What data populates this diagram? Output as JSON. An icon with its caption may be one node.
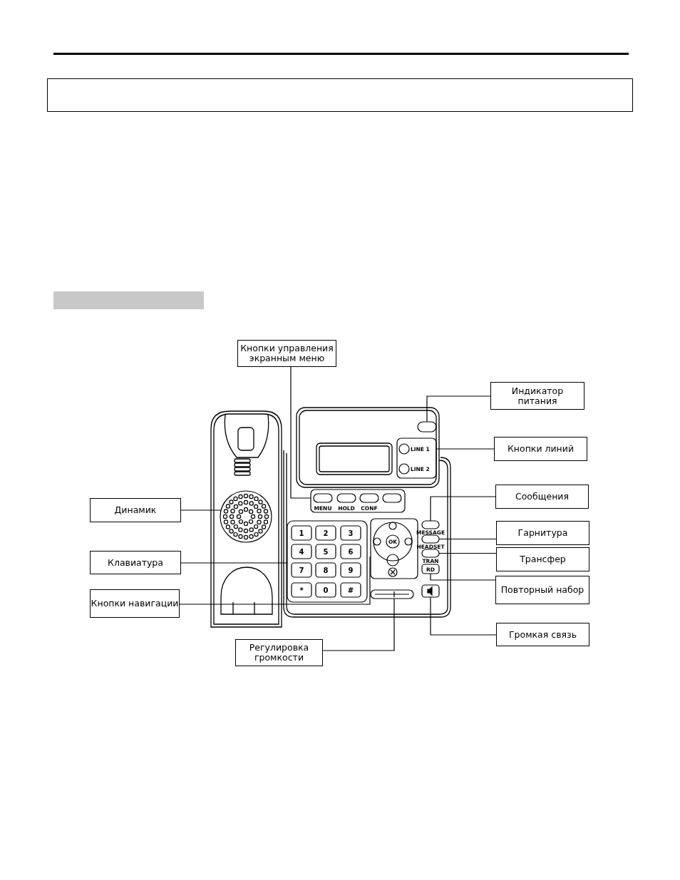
{
  "diagram": {
    "nodes": [
      {
        "text": [
          "Кнопки управления экранным меню"
        ]
      },
      {
        "text": [
          "Индикатор питания"
        ]
      },
      {
        "text": [
          "Кнопки линий"
        ]
      },
      {
        "text": [
          "Сообщения"
        ]
      },
      {
        "text": [
          "Динамик"
        ]
      },
      {
        "text": [
          "Гарнитура"
        ]
      },
      {
        "text": [
          "Трансфер"
        ]
      },
      {
        "text": [
          "Клавиатура"
        ]
      },
      {
        "text": [
          "Повторный набор"
        ]
      },
      {
        "text": [
          "Кнопки навигации"
        ]
      },
      {
        "text": [
          "Громкая связь"
        ]
      },
      {
        "text": [
          "Регулировка громкости"
        ]
      },
      {
        "text": [],
        "shape": "box"
      },
      {
        "text": [],
        "shape": "bar"
      },
      {
        "text": [],
        "shape": "box"
      },
      {
        "text": [],
        "shape": "bar"
      },
      {
        "text": [],
        "shape": "circle"
      },
      {
        "text": [],
        "shape": "bar"
      },
      {
        "text": [],
        "shape": "bar"
      },
      {
        "text": [],
        "shape": "box"
      },
      {
        "text": [],
        "shape": "box"
      },
      {
        "text": [],
        "shape": "box"
      },
      {
        "text": [],
        "shape": "box"
      },
      {
        "text": [],
        "shape": "bar"
      },
      {
        "text": [],
        "shape": "bar"
      }
    ],
    "edges": [
      {
        "from": 0,
        "to": 12,
        "arrow": "none"
      },
      {
        "from": 1,
        "to": 13,
        "arrow": "none"
      },
      {
        "from": 2,
        "to": 14,
        "arrow": "none"
      },
      {
        "from": 3,
        "to": 15,
        "arrow": "none"
      },
      {
        "from": 4,
        "to": 16,
        "arrow": "none"
      },
      {
        "from": 5,
        "to": 17,
        "arrow": "none"
      },
      {
        "from": 6,
        "to": 18,
        "arrow": "none"
      },
      {
        "from": 7,
        "to": 19,
        "arrow": "none"
      },
      {
        "from": 8,
        "to": 20,
        "arrow": "none"
      },
      {
        "from": 9,
        "to": 21,
        "arrow": "none"
      },
      {
        "from": 10,
        "to": 22,
        "arrow": "none"
      },
      {
        "from": 11,
        "to": 23,
        "arrow": "none"
      }
    ],
    "labels": [
      "LINE 1",
      "LINE 2",
      "MENU",
      "HOLD",
      "CONF",
      "MESSAGE",
      "1",
      "2",
      "3",
      "OK",
      "HEADSET",
      "4",
      "5",
      "6",
      "TRAN",
      "7",
      "8",
      "9",
      "RD",
      "*",
      "0",
      "#"
    ]
  }
}
